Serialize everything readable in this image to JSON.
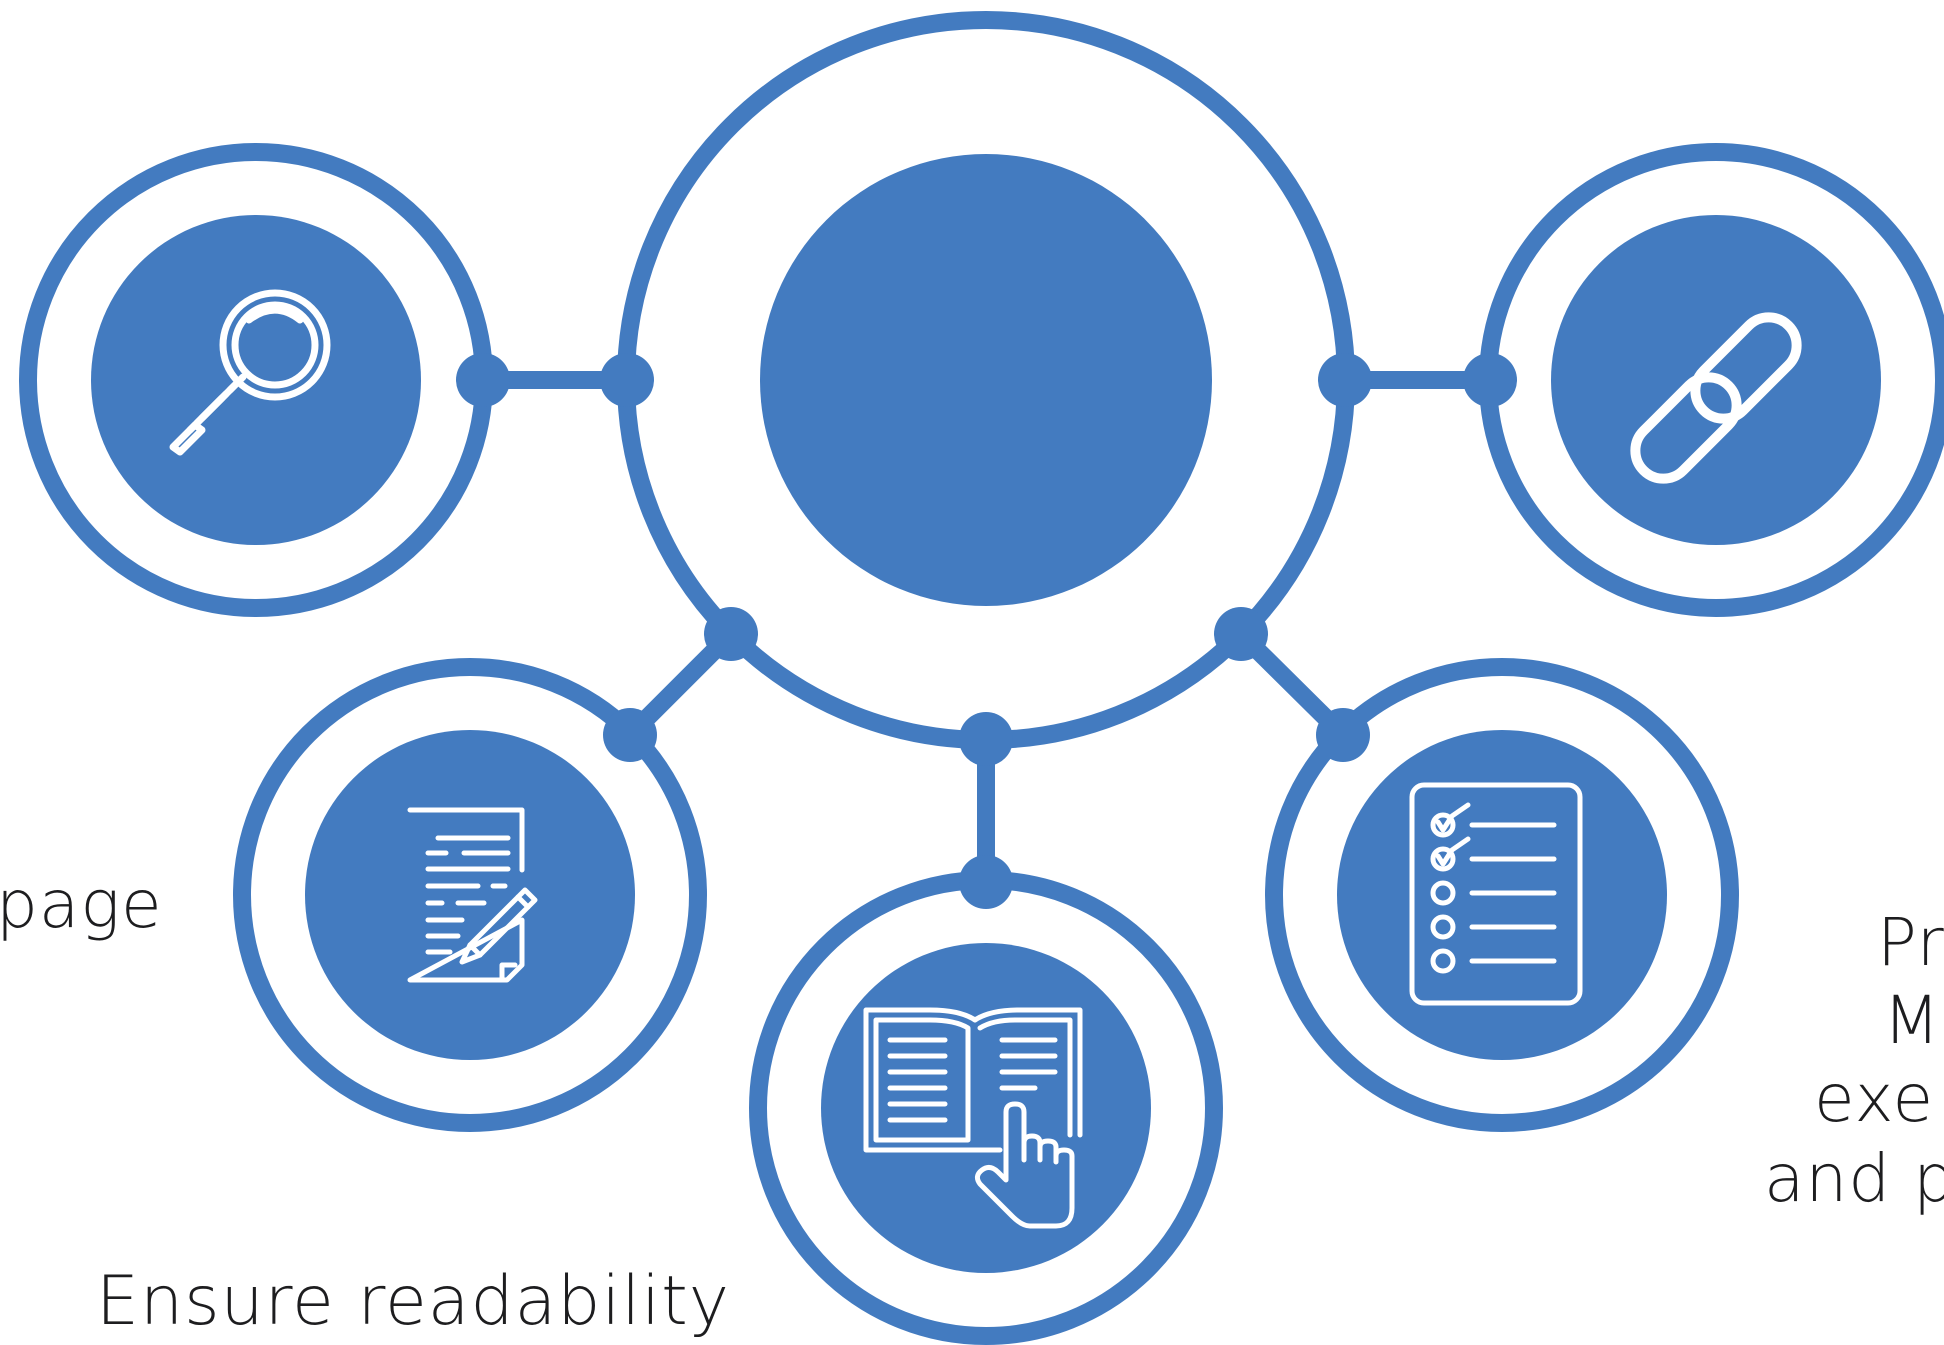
{
  "colors": {
    "accent": "#437BC0",
    "background": "#FFFFFF",
    "text": "#1D1D1F"
  },
  "center_node": {
    "icon": null
  },
  "nodes": [
    {
      "id": "top-left",
      "icon": "magnifying-glass-icon"
    },
    {
      "id": "top-right",
      "icon": "chain-link-icon"
    },
    {
      "id": "mid-left",
      "icon": "document-edit-icon"
    },
    {
      "id": "mid-right",
      "icon": "checklist-icon"
    },
    {
      "id": "bottom",
      "icon": "open-book-hand-icon"
    }
  ],
  "labels": {
    "left_partial": "page",
    "bottom": "Ensure readability",
    "right_partial": [
      "Pr",
      "M",
      "exe",
      "and p"
    ]
  }
}
